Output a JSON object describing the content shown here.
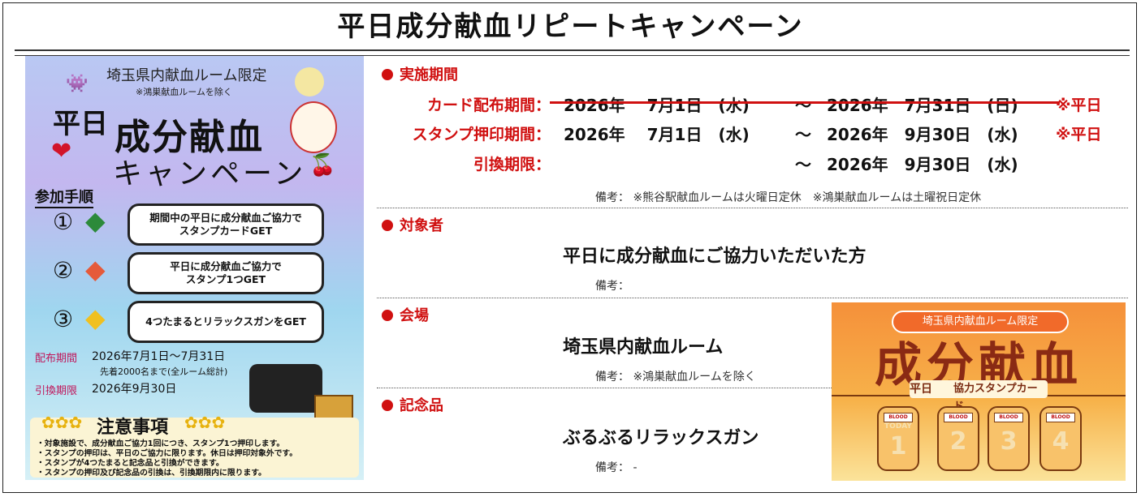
{
  "title": "平日成分献血リピートキャンペーン",
  "flyer": {
    "header": "埼玉県内献血ルーム限定",
    "header_note": "※鴻巣献血ルームを除く",
    "heiji": "平日",
    "main": "成分献血",
    "campaign": "キャンペーン",
    "steps_head": "参加手順",
    "steps": [
      {
        "num": "①",
        "line1": "期間中の平日に成分献血ご協力で",
        "line2": "スタンプカードGET"
      },
      {
        "num": "②",
        "line1": "平日に成分献血ご協力で",
        "line2": "スタンプ1つGET"
      },
      {
        "num": "③",
        "line1": "4つたまるとリラックスガンをGET",
        "line2": ""
      }
    ],
    "dist_label": "配布期間",
    "dist_value": "2026年7月1日～7月31日",
    "dist_sub": "先着2000名まで(全ルーム総計)",
    "exchange_label": "引換期限",
    "exchange_value": "2026年9月30日",
    "notes_head": "注意事項",
    "notes": [
      "・対象施設で、成分献血ご協力1回につき、スタンプ1つ押印します。",
      "・スタンプの押印は、平日のご協力に限ります。休日は押印対象外です。",
      "・スタンプが4つたまると記念品と引換ができます。",
      "・スタンプの押印及び記念品の引換は、引換期限内に限ります。"
    ]
  },
  "period": {
    "head": "実施期間",
    "rows": [
      {
        "label": "カード配布期間：",
        "start": "2026年　 7月1日　(水)",
        "tilde": "～",
        "end": "2026年　7月31日　(日)",
        "note": "※平日"
      },
      {
        "label": "スタンプ押印期間：",
        "start": "2026年　 7月1日　(水)",
        "tilde": "～",
        "end": "2026年　9月30日　(水)",
        "note": "※平日"
      },
      {
        "label": "引換期限：",
        "start": "",
        "tilde": "～",
        "end": "2026年　9月30日　(水)",
        "note": ""
      }
    ],
    "remark": "備考：  ※熊谷駅献血ルームは火曜日定休　※鴻巣献血ルームは土曜祝日定休"
  },
  "target": {
    "head": "対象者",
    "value": "平日に成分献血にご協力いただいた方",
    "remark": "備考："
  },
  "venue": {
    "head": "会場",
    "value": "埼玉県内献血ルーム",
    "remark": "備考：  ※鴻巣献血ルームを除く"
  },
  "gift": {
    "head": "記念品",
    "value": "ぶるぶるリラックスガン",
    "remark": "備考：  -"
  },
  "card": {
    "band": "埼玉県内献血ルーム限定",
    "title": "成分献血",
    "sub1": "平日",
    "sub2": "協力スタンプカード",
    "bag_tag": "BLOOD",
    "today": "TODAY",
    "bags": [
      "1",
      "2",
      "3",
      "4"
    ]
  }
}
